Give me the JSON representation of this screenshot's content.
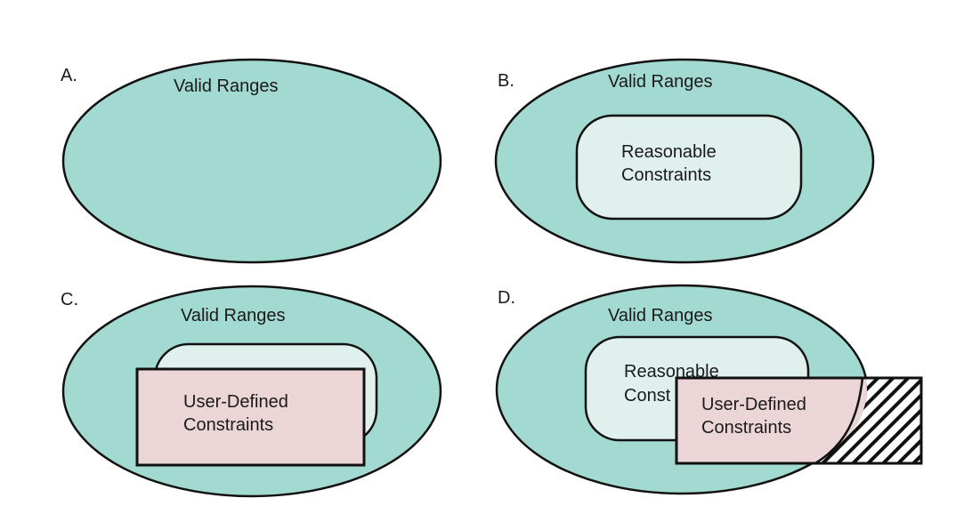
{
  "colors": {
    "valid_fill": "#a2d9d0",
    "reasonable_fill": "#dff0ed",
    "user_fill": "#ecd5d6",
    "stroke": "#111111"
  },
  "panels": {
    "a": {
      "letter": "A.",
      "valid_label": "Valid Ranges"
    },
    "b": {
      "letter": "B.",
      "valid_label": "Valid Ranges",
      "reasonable_line1": "Reasonable",
      "reasonable_line2": "Constraints"
    },
    "c": {
      "letter": "C.",
      "valid_label": "Valid Ranges",
      "user_line1": "User-Defined",
      "user_line2": "Constraints"
    },
    "d": {
      "letter": "D.",
      "valid_label": "Valid Ranges",
      "reasonable_line1": "Reasonable",
      "reasonable_line2": "Const",
      "user_line1": "User-Defined",
      "user_line2": "Constraints"
    }
  }
}
